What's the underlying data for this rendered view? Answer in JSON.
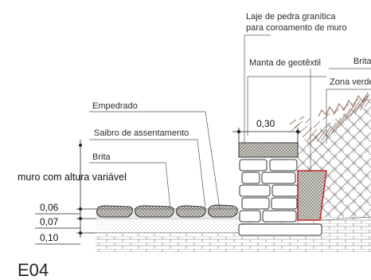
{
  "labels": {
    "laje_line1": "Laje de pedra granítica",
    "laje_line2": "para coroamento de muro",
    "manta": "Manta de geotêxtil",
    "brita_right": "Brita",
    "zona_verde": "Zona verde",
    "empedrado": "Empedrado",
    "saibro": "Saibro de assentamento",
    "brita_left": "Brita",
    "muro": "muro com altura variável"
  },
  "dimensions": {
    "top_width": "0,30",
    "d1": "0,06",
    "d2": "0,07",
    "d3": "0,10"
  },
  "drawing_code": "E04",
  "colors": {
    "line": "#2b2b2b",
    "drain_outline": "#cc2a2a",
    "vegetation": "#8a6a5a"
  }
}
